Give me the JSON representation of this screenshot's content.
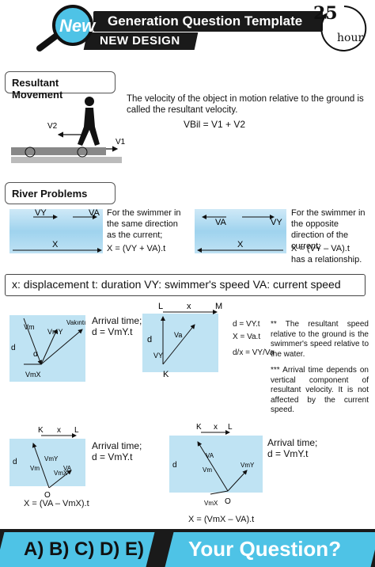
{
  "header": {
    "badge": "New",
    "title": "Generation Question Template",
    "subtitle": "NEW DESIGN",
    "clock_number": "25",
    "clock_unit": "hour"
  },
  "resultant": {
    "heading": "Resultant Movement",
    "text": "The velocity of the object in motion relative to the ground is called the resultant velocity.",
    "formula": "VBil = V1 + V2",
    "v1": "V1",
    "v2": "V2"
  },
  "river": {
    "heading": "River Problems",
    "same_text": "For the swimmer in the same direction as the current;",
    "same_formula": "X = (VY + VA).t",
    "opposite_text": "For the swimmer in the opposite direction of the current;",
    "opposite_formula": "X = (VY – VA).t",
    "opposite_tail": "has a relationship.",
    "vy": "VY",
    "va": "VA",
    "x": "X"
  },
  "legend": {
    "text": "x: displacement   t: duration   VY: swimmer's speed   VA: current speed"
  },
  "diagram1": {
    "arrival_label": "Arrival time;",
    "arrival_formula": "d = VmY.t",
    "labels": [
      "d",
      "Vm",
      "VmY",
      "Vakıntı",
      "α",
      "VmX"
    ]
  },
  "diagram2": {
    "labels": [
      "L",
      "x",
      "M",
      "d",
      "VY",
      "Va",
      "K"
    ],
    "f1": "d = VY.t",
    "f2": "X = Va.t",
    "f3": "d/x = VY/Va"
  },
  "notes": {
    "n1": "** The resultant speed relative to the ground is the swimmer's speed relative to the water.",
    "n2": "*** Arrival time depends on vertical component of resultant velocity. It is not affected by the current speed."
  },
  "diagram3": {
    "arrival_label": "Arrival time;",
    "arrival_formula": "d = VmY.t",
    "formula": "X = (VA – VmX).t",
    "labels": [
      "K",
      "x",
      "L",
      "d",
      "VmY",
      "Vm",
      "VmX",
      "VA",
      "O"
    ]
  },
  "diagram4": {
    "arrival_label": "Arrival time;",
    "arrival_formula": "d = VmY.t",
    "formula": "X = (VmX – VA).t",
    "labels": [
      "K",
      "x",
      "L",
      "d",
      "VA",
      "Vm",
      "VmY",
      "VmX",
      "O"
    ]
  },
  "footer": {
    "answers": "A) B) C) D) E)",
    "question": "Your Question?"
  },
  "colors": {
    "accent": "#4ec3e6",
    "water": "#bfe3f3",
    "dark": "#1a1a1a"
  }
}
